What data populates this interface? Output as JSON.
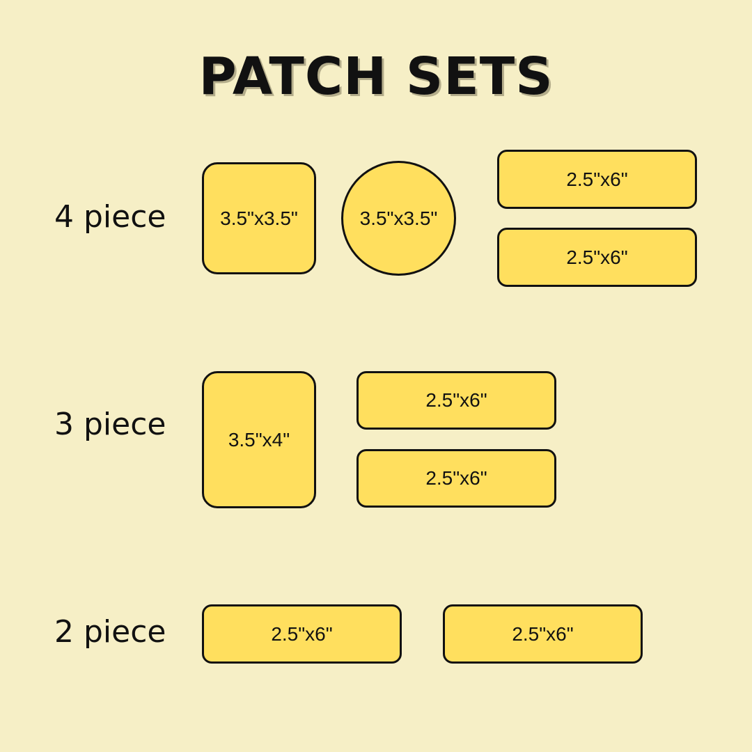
{
  "title": "PATCH SETS",
  "colors": {
    "background": "#f6efc6",
    "patch_fill": "#ffdf5e",
    "outline": "#111111"
  },
  "sets": [
    {
      "label": "4 piece",
      "patches": [
        {
          "shape": "rounded-square",
          "size": "3.5\"x3.5\""
        },
        {
          "shape": "circle",
          "size": "3.5\"x3.5\""
        },
        {
          "shape": "rectangle",
          "size": "2.5\"x6\""
        },
        {
          "shape": "rectangle",
          "size": "2.5\"x6\""
        }
      ]
    },
    {
      "label": "3 piece",
      "patches": [
        {
          "shape": "rounded-rectangle-tall",
          "size": "3.5\"x4\""
        },
        {
          "shape": "rectangle",
          "size": "2.5\"x6\""
        },
        {
          "shape": "rectangle",
          "size": "2.5\"x6\""
        }
      ]
    },
    {
      "label": "2 piece",
      "patches": [
        {
          "shape": "rectangle",
          "size": "2.5\"x6\""
        },
        {
          "shape": "rectangle",
          "size": "2.5\"x6\""
        }
      ]
    }
  ]
}
